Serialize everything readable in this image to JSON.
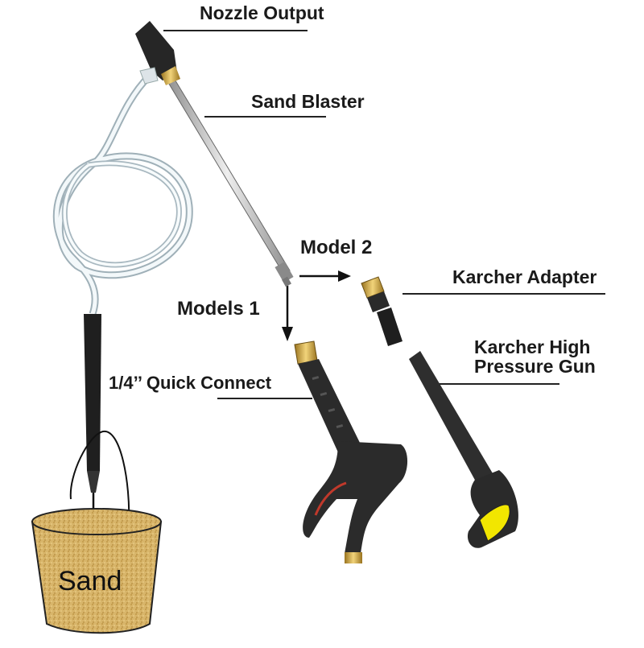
{
  "labels": {
    "nozzle_output": "Nozzle Output",
    "sand_blaster": "Sand Blaster",
    "model_2": "Model 2",
    "karcher_adapter": "Karcher Adapter",
    "models_1": "Models 1",
    "karcher_gun_line1": "Karcher High",
    "karcher_gun_line2": "Pressure Gun",
    "quick_connect": "1/4’’ Quick Connect",
    "sand": "Sand"
  },
  "colors": {
    "background": "#ffffff",
    "label_text": "#1a1a1a",
    "leader_line": "#222222",
    "gun_body": "#2b2b2b",
    "brass": "#c9a23a",
    "karcher_yellow": "#f2e600",
    "steel": "#b9b9b9",
    "sand": "#d8b56a",
    "hose": "#e6eef2"
  },
  "icons": [
    "nozzle-icon",
    "wand-icon",
    "hose-icon",
    "sand-bucket-icon",
    "quick-connect-gun-icon",
    "karcher-adapter-icon",
    "karcher-gun-icon",
    "arrow-right-icon",
    "arrow-down-icon"
  ]
}
